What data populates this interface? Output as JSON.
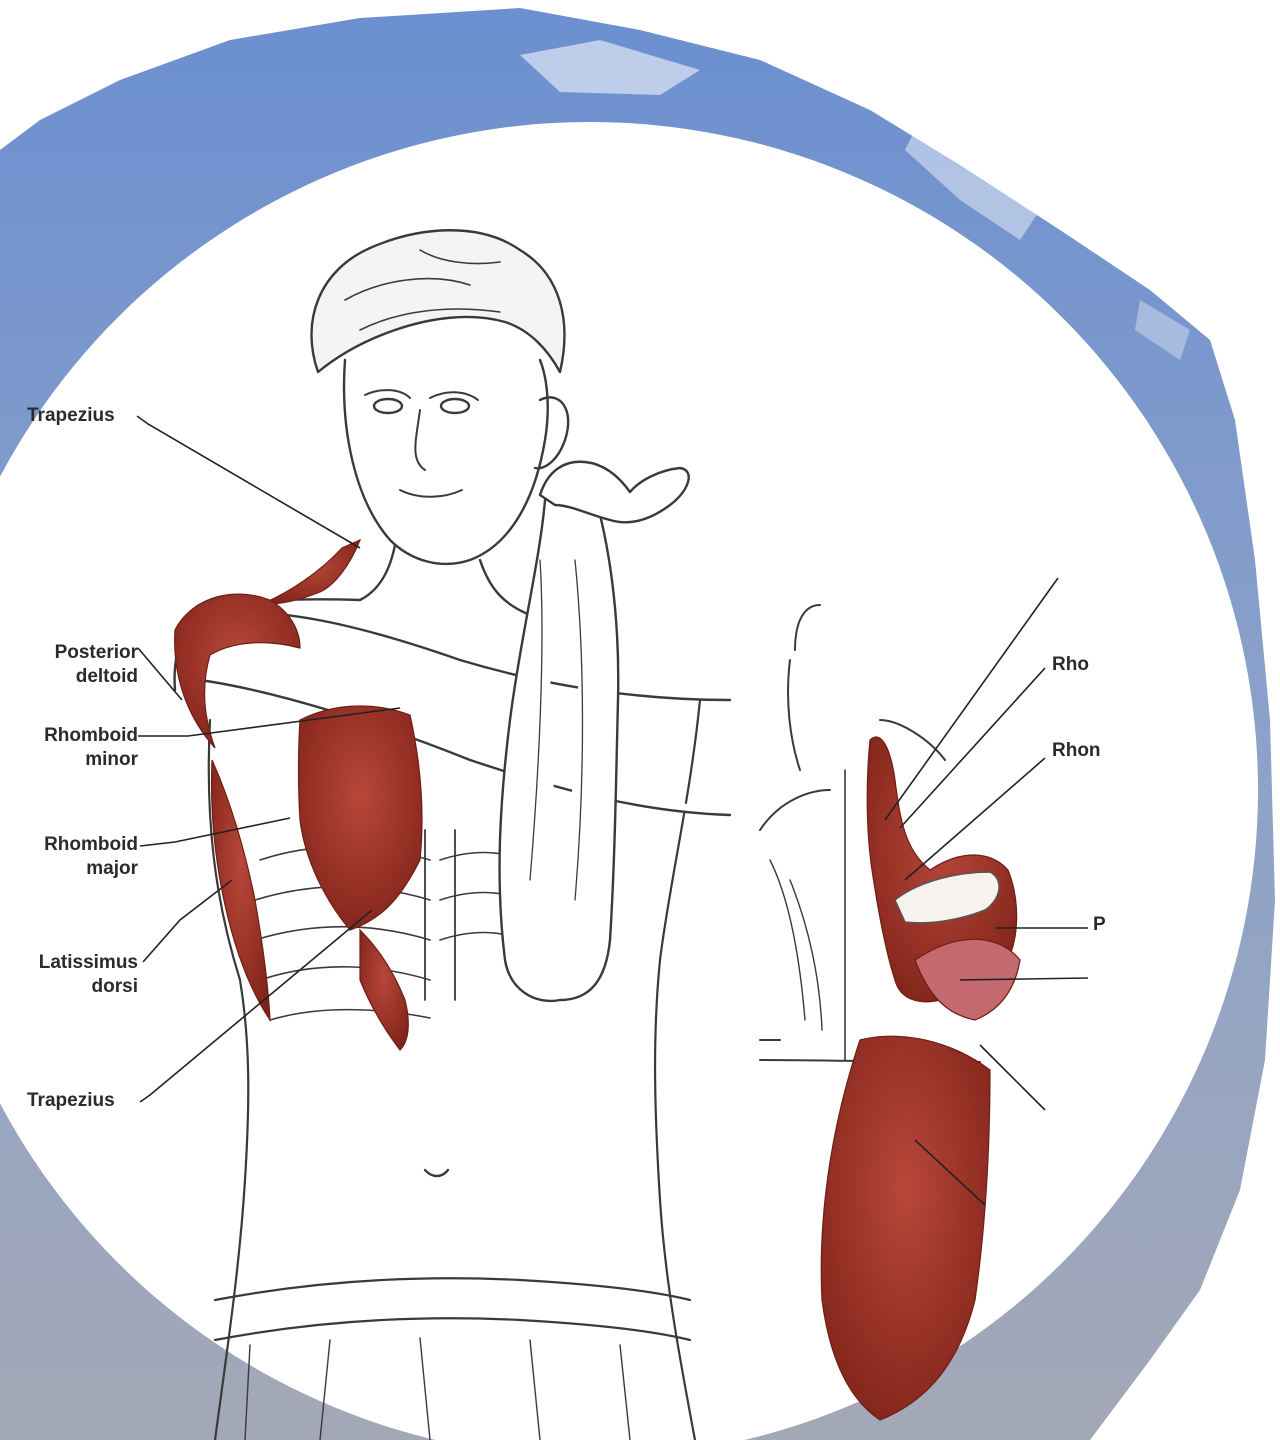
{
  "colors": {
    "frame_top": "#6b8fd0",
    "frame_bottom": "#a3a8b6",
    "muscle": "#a8382c",
    "muscle_dark": "#7e2218",
    "ink": "#3a3a3a",
    "label": "#2b2b2b"
  },
  "figure": {
    "illustration": "anatomy-shoulder-stretch",
    "labels": {
      "trapezius_upper": "Trapezius",
      "posterior_deltoid_1": "Posterior",
      "posterior_deltoid_2": "deltoid",
      "rhomboid_minor_1": "Rhomboid",
      "rhomboid_minor_2": "minor",
      "rhomboid_major_1": "Rhomboid",
      "rhomboid_major_2": "major",
      "latissimus_1": "Latissimus",
      "latissimus_2": "dorsi",
      "trapezius_lower": "Trapezius",
      "cut_right_1": "Rho",
      "cut_right_2": "Rhon",
      "cut_right_3": "P"
    }
  }
}
